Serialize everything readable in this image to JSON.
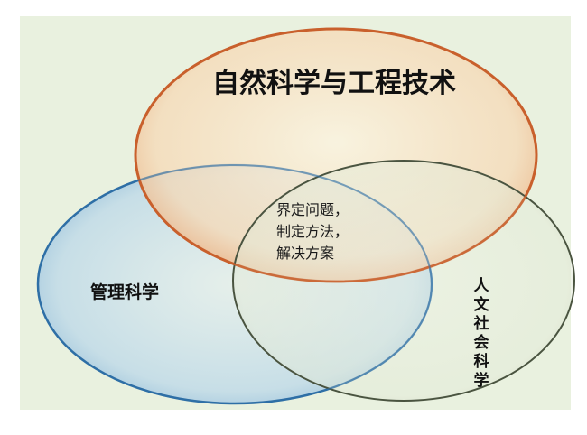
{
  "diagram": {
    "type": "venn",
    "colors": {
      "background": "#e9f1df",
      "top_fill": "#f6d9b6",
      "top_stroke": "#c9602d",
      "left_fill": "#b8d6ea",
      "left_stroke": "#2f6fa6",
      "right_fill": "#e6eede",
      "right_stroke": "#4a5440"
    },
    "sets": {
      "top": {
        "label": "自然科学与工程技术"
      },
      "left": {
        "label": "管理科学"
      },
      "right": {
        "label_chars": [
          "人",
          "文",
          "社",
          "会",
          "科",
          "学"
        ]
      }
    },
    "intersection": {
      "lines": [
        "界定问题，",
        "制定方法，",
        "解决方案"
      ]
    }
  }
}
